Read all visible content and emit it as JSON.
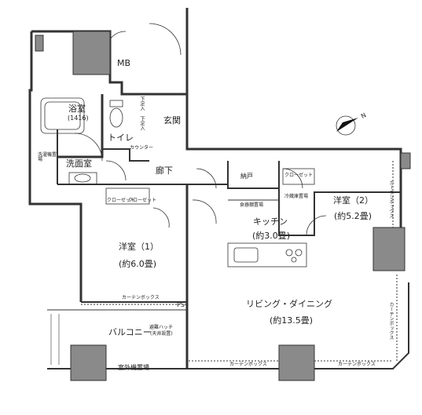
{
  "rooms": {
    "mb": "MB",
    "bath": "浴室",
    "bath_size": "(1416)",
    "toilet": "トイレ",
    "washroom": "洗面室",
    "entrance": "玄関",
    "hallway": "廊下",
    "closet_storage": "納戸",
    "western2_name": "洋室（2）",
    "western2_size": "(約5.2畳)",
    "kitchen_name": "キッチン",
    "kitchen_size": "(約3.0畳)",
    "western1_name": "洋室（1）",
    "western1_size": "(約6.0畳)",
    "living_name": "リビング・ダイニング",
    "living_size": "(約13.5畳)",
    "balcony": "バルコニー",
    "outdoor_unit": "室外機置場",
    "ps": "PS"
  },
  "small_labels": {
    "shoebox_top": "下足入",
    "shoebox_bottom": "下足入",
    "counter": "カウンター",
    "washer": "洗濯機置場",
    "closet_w1": "クローゼット",
    "closet_w1b": "クローゼット",
    "closet_w2": "クローゼット",
    "fridge": "冷蔵庫置場",
    "kitchen_shelf": "食器棚置場",
    "curtain_w1": "カーテンボックス",
    "curtain_ld_left": "カーテンボックス",
    "curtain_ld_right": "カーテンボックス",
    "curtain_w2": "カーテンボックス",
    "curtain_ld_east": "カーテンボックス",
    "hatch": "避難ハッチ",
    "hatch_sub": "(天井設置)"
  },
  "compass": "N"
}
